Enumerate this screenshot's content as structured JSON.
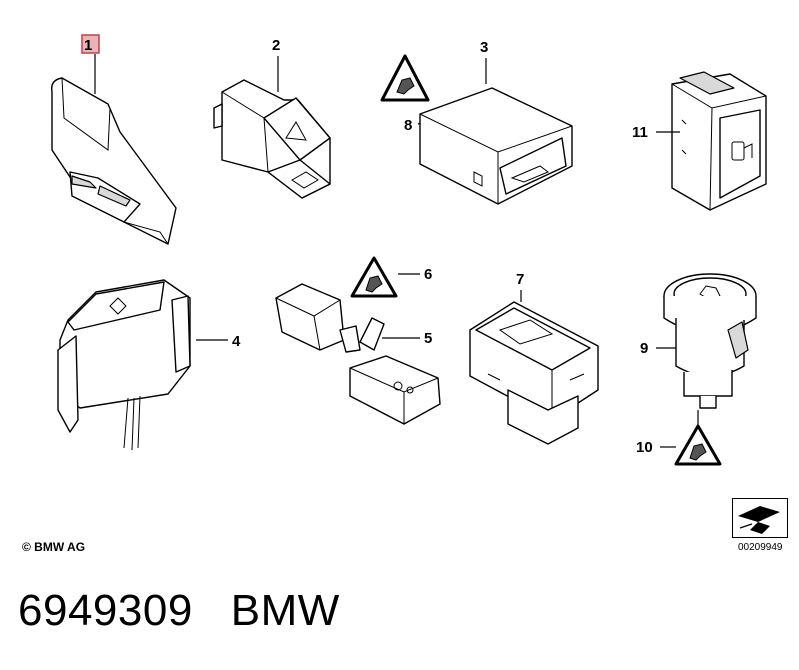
{
  "diagram": {
    "callouts": [
      "1",
      "2",
      "3",
      "4",
      "5",
      "6",
      "7",
      "8",
      "9",
      "10",
      "11"
    ],
    "highlighted_callout": "1",
    "highlight_color": "#c0404a",
    "copyright": "© BMW AG",
    "reference_code": "00209949"
  },
  "footer": {
    "part_number": "6949309",
    "brand": "BMW"
  }
}
